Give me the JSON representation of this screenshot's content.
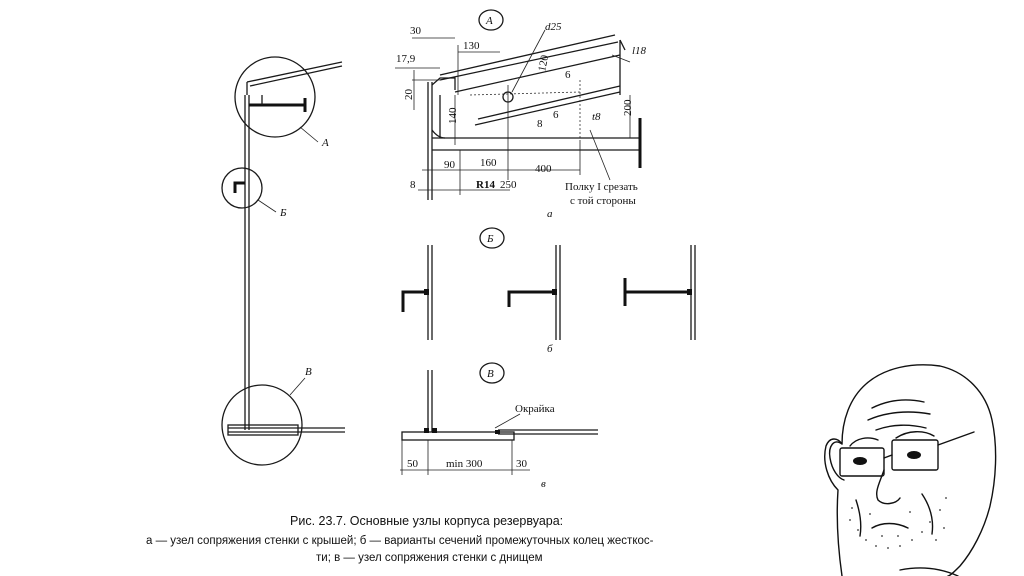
{
  "node_labels": {
    "a": "A",
    "b": "Б",
    "v": "В"
  },
  "circle_labels": {
    "a": "А",
    "b": "Б",
    "v": "В"
  },
  "sub_labels": {
    "a": "а",
    "b": "б",
    "v": "в"
  },
  "dims_a": {
    "d30": "30",
    "d17_9": "17,9",
    "d20": "20",
    "d130": "130",
    "d25": "d25",
    "d120": "120",
    "l18": "l18",
    "d6a": "6",
    "d140": "140",
    "d6b": "6",
    "d8a": "8",
    "d200": "200",
    "t8": "t8",
    "d90": "90",
    "d160": "160",
    "d400": "400",
    "d8b": "8",
    "r14": "R14",
    "d250": "250",
    "note_line1": "Полку I срезать",
    "note_line2": "с той стороны"
  },
  "dims_v": {
    "okraika": "Окрайка",
    "d50": "50",
    "min300": "min 300",
    "d30": "30"
  },
  "caption": {
    "title": "Рис. 23.7. Основные узлы корпуса резервуара:",
    "line1": "а — узел сопряжения стенки с крышей; б — варианты сечений промежуточных колец жесткос-",
    "line2": "ти; в — узел сопряжения стенки с днищем"
  }
}
